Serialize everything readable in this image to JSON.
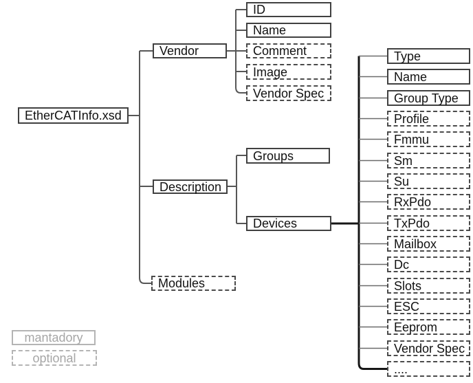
{
  "diagram": {
    "title": "EtherCATInfo.xsd schema tree",
    "root": {
      "label": "EtherCATInfo.xsd",
      "style": "mandatory"
    },
    "level1": [
      {
        "label": "Vendor",
        "style": "mandatory"
      },
      {
        "label": "Description",
        "style": "mandatory"
      },
      {
        "label": "Modules",
        "style": "optional"
      }
    ],
    "vendor_children": [
      {
        "label": "ID",
        "style": "mandatory"
      },
      {
        "label": "Name",
        "style": "mandatory"
      },
      {
        "label": "Comment",
        "style": "optional"
      },
      {
        "label": "Image",
        "style": "optional"
      },
      {
        "label": "Vendor Spec",
        "style": "optional"
      }
    ],
    "description_children": [
      {
        "label": "Groups",
        "style": "mandatory"
      },
      {
        "label": "Devices",
        "style": "mandatory"
      }
    ],
    "devices_children": [
      {
        "label": "Type",
        "style": "mandatory"
      },
      {
        "label": "Name",
        "style": "mandatory"
      },
      {
        "label": "Group Type",
        "style": "mandatory"
      },
      {
        "label": "Profile",
        "style": "optional"
      },
      {
        "label": "Fmmu",
        "style": "optional"
      },
      {
        "label": "Sm",
        "style": "optional"
      },
      {
        "label": "Su",
        "style": "optional"
      },
      {
        "label": "RxPdo",
        "style": "optional"
      },
      {
        "label": "TxPdo",
        "style": "optional"
      },
      {
        "label": "Mailbox",
        "style": "optional"
      },
      {
        "label": "Dc",
        "style": "optional"
      },
      {
        "label": "Slots",
        "style": "optional"
      },
      {
        "label": "ESC",
        "style": "optional"
      },
      {
        "label": "Eeprom",
        "style": "optional"
      },
      {
        "label": "Vendor Spec",
        "style": "optional"
      },
      {
        "label": "....",
        "style": "optional"
      }
    ],
    "legend": [
      {
        "label": "mantadory",
        "style": "mandatory"
      },
      {
        "label": "optional",
        "style": "optional"
      }
    ],
    "colors": {
      "background": "#ffffff",
      "box_border_solid": "#404040",
      "box_border_dashed": "#4a4a4a",
      "text": "#111111",
      "line": "#565656",
      "line_thick": "#161616",
      "stub_line": "#6a6a6a",
      "legend_border": "#b4b4b4",
      "legend_text": "#a6a6a6"
    }
  }
}
